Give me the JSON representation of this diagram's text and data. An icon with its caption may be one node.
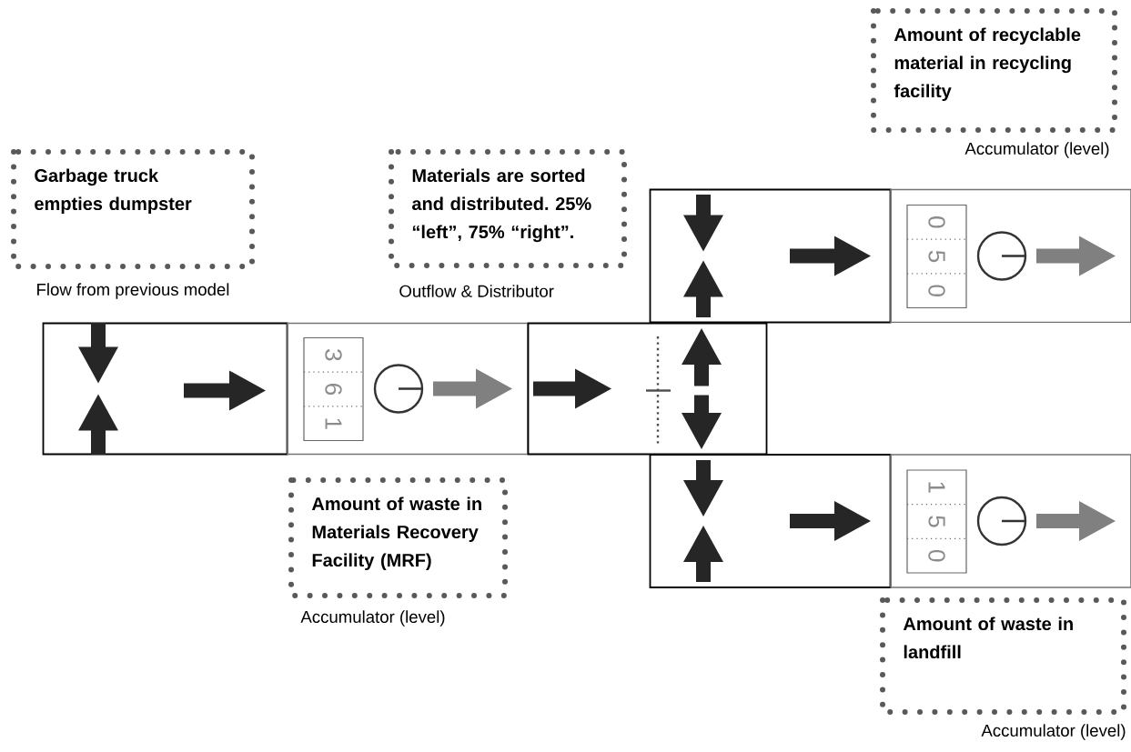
{
  "diagram": {
    "nodes": [
      {
        "text": [
          "Garbage truck empties dumpster"
        ],
        "beside": [
          "Flow from previous model"
        ]
      },
      {
        "text": [
          "Materials are sorted and distributed. 25% “left”, 75% “right”."
        ],
        "beside": [
          "Outflow & Distributor"
        ]
      },
      {
        "text": [
          "Amount of recyclable material in recycling facility"
        ],
        "beside": [
          "Accumulator (level)"
        ]
      },
      {
        "text": [],
        "shape": "box"
      },
      {
        "text": [
          "3",
          "6",
          "1"
        ]
      },
      {
        "text": [],
        "shape": "box"
      },
      {
        "text": [],
        "shape": "box"
      },
      {
        "text": [
          "0",
          "5",
          "0"
        ]
      },
      {
        "text": [],
        "shape": "box"
      },
      {
        "text": [
          "1",
          "5",
          "0"
        ]
      },
      {
        "text": [
          "Amount of waste in Materials Recovery Facility (MRF)"
        ],
        "beside": [
          "Accumulator (level)"
        ]
      },
      {
        "text": [
          "Amount of waste in landfill"
        ],
        "beside": [
          "Accumulator (level)"
        ]
      }
    ]
  }
}
